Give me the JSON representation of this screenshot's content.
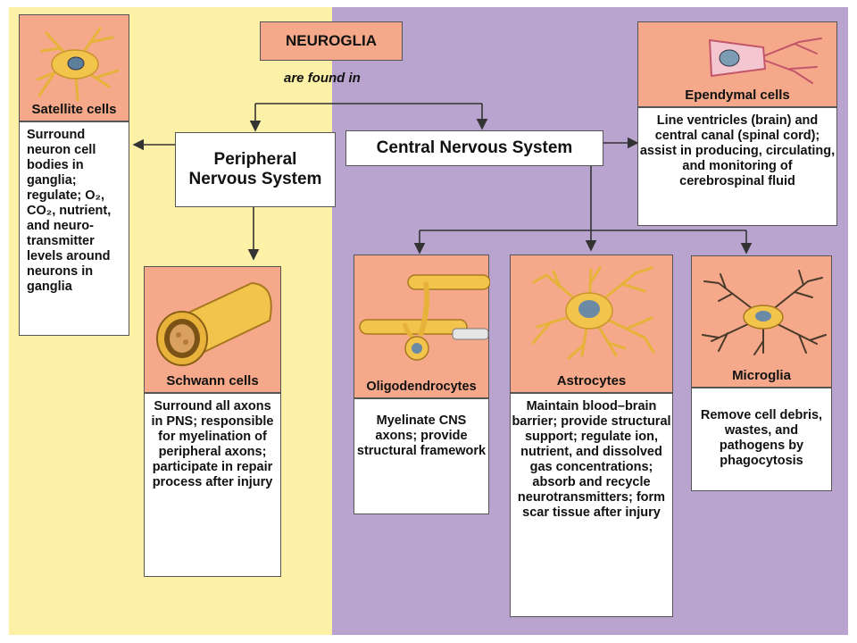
{
  "title": "NEUROGLIA",
  "subtitle": "are found in",
  "pns": {
    "label": "Peripheral Nervous System"
  },
  "cns": {
    "label": "Central Nervous System"
  },
  "satellite": {
    "name": "Satellite cells",
    "desc": "Surround neuron cell bodies in ganglia; regulate; O₂, CO₂, nutrient, and neuro-transmitter levels around neurons in ganglia"
  },
  "schwann": {
    "name": "Schwann cells",
    "desc": "Surround all axons in PNS; responsible for myelination of peripheral axons; participate in repair process after injury"
  },
  "ependymal": {
    "name": "Ependymal cells",
    "desc": "Line ventricles (brain) and central canal (spinal cord); assist in producing, circulating, and monitoring of cerebrospinal fluid"
  },
  "oligodendrocytes": {
    "name": "Oligodendrocytes",
    "desc": "Myelinate CNS axons; provide structural framework"
  },
  "astrocytes": {
    "name": "Astrocytes",
    "desc": "Maintain blood–brain barrier; provide structural support; regulate ion, nutrient, and dissolved gas concentrations; absorb and recycle neurotransmitters; form scar tissue after injury"
  },
  "microglia": {
    "name": "Microglia",
    "desc": "Remove cell debris, wastes, and pathogens by phagocytosis"
  },
  "colors": {
    "pns_bg": "#fdf1a8",
    "cns_bg": "#b9a3cf",
    "header": "#f5a98a"
  }
}
